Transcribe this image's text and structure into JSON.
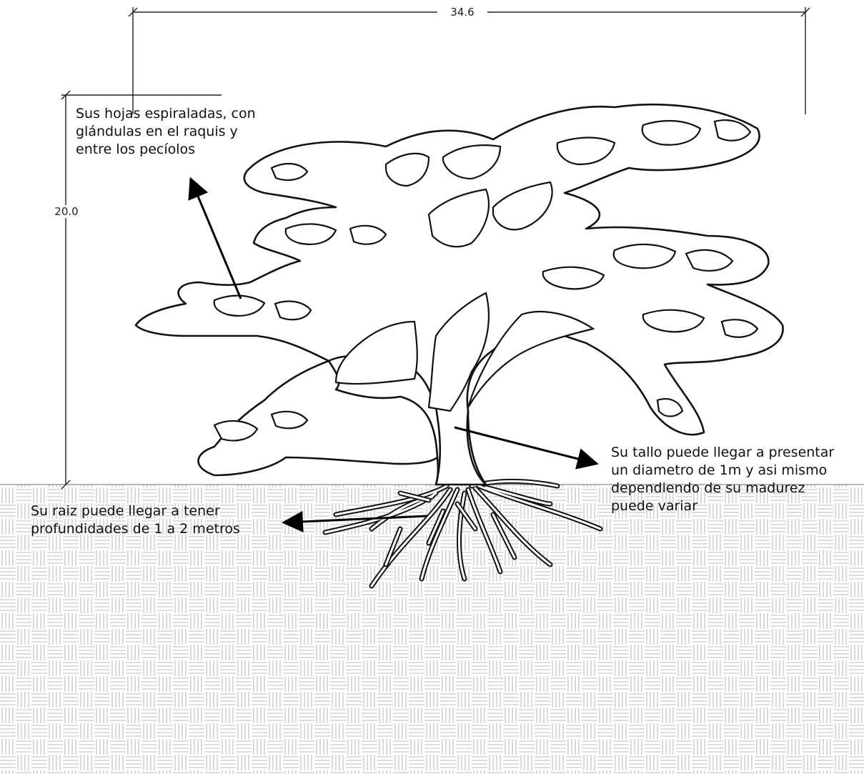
{
  "dimensions": {
    "width_label": "34.6",
    "height_label": "20.0"
  },
  "annotations": {
    "leaves": {
      "lines": [
        "Sus hojas espiraladas, con",
        "glándulas en el raquis y",
        "entre los pecíolos"
      ]
    },
    "trunk": {
      "lines": [
        "Su tallo puede llegar a presentar",
        "un diametro de 1m y asi mismo",
        "dependiendo de su madurez",
        "puede variar"
      ]
    },
    "roots": {
      "lines": [
        "Su raiz puede llegar a tener",
        "profundidades de 1 a 2 metros"
      ]
    }
  },
  "colors": {
    "line": "#111111",
    "ground_pattern": "#bdbdbd",
    "background": "#ffffff"
  }
}
